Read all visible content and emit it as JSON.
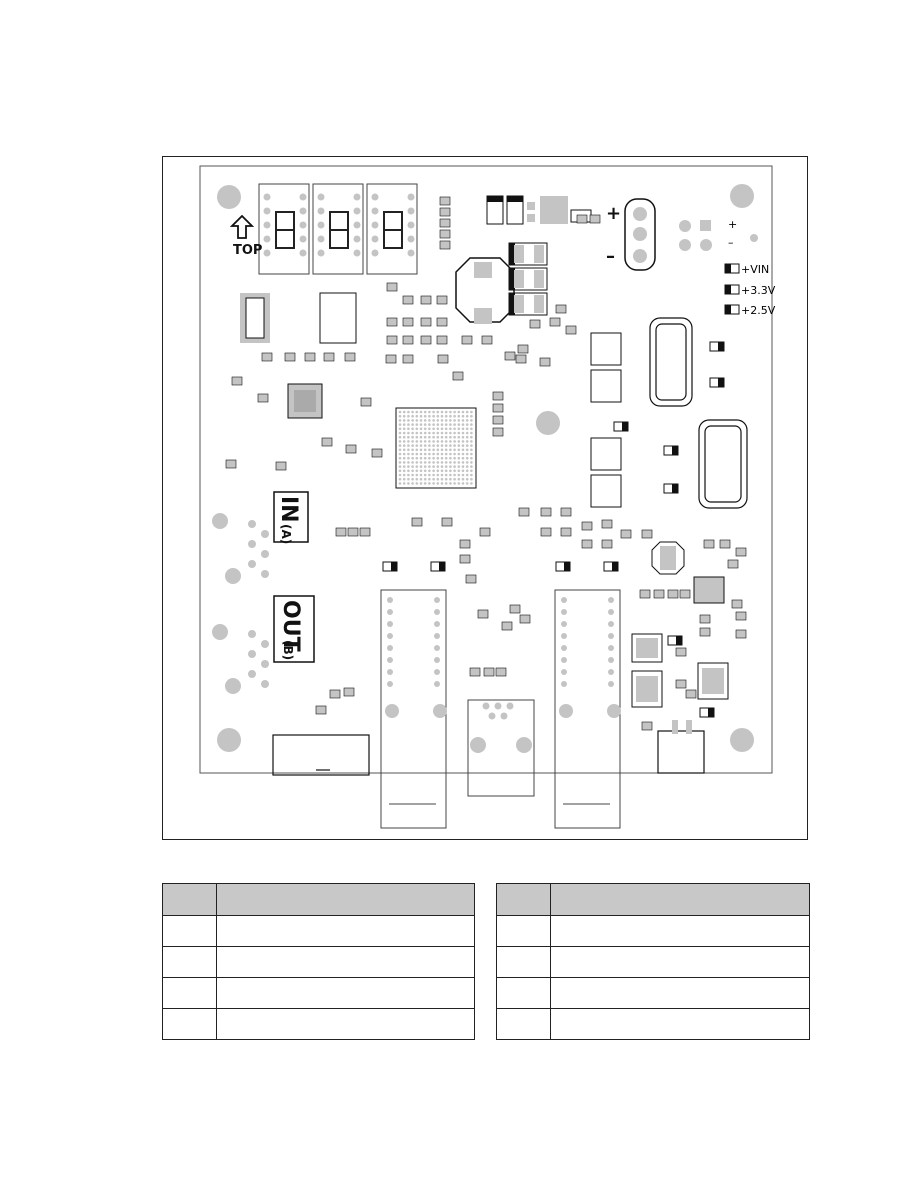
{
  "board": {
    "silkscreen": {
      "top_marker": "TOP",
      "in_connector": "IN",
      "in_connector_sub": "(A)",
      "out_connector": "OUT",
      "out_connector_sub": "(B)",
      "terminal_plus": "+",
      "terminal_minus": "–",
      "small_plus": "+",
      "small_minus": "–",
      "led_vin": "+VIN",
      "led_3v3": "+3.3V",
      "led_2v5": "+2.5V"
    }
  },
  "tables": {
    "left": {
      "rows": 4,
      "cells": [
        [
          "",
          ""
        ],
        [
          "",
          ""
        ],
        [
          "",
          ""
        ],
        [
          "",
          ""
        ]
      ]
    },
    "right": {
      "rows": 4,
      "cells": [
        [
          "",
          ""
        ],
        [
          "",
          ""
        ],
        [
          "",
          ""
        ],
        [
          "",
          ""
        ]
      ]
    }
  },
  "colors": {
    "pad": "#c4c4c4",
    "outline": "#1a1a1a",
    "board_fill": "#ffffff",
    "header": "#c8c8c8"
  }
}
